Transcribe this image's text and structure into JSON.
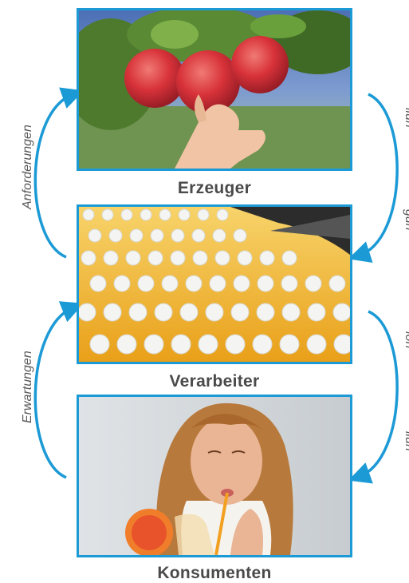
{
  "stages": {
    "producer": "Erzeuger",
    "processor": "Verarbeiter",
    "consumer": "Konsumenten"
  },
  "left_labels": {
    "top": "Anforderungen",
    "bottom": "Erwartungen"
  },
  "right_labels": {
    "top": "llun",
    "top_lower": "gun",
    "bottom": "ion",
    "bottom_lower": "llun"
  },
  "colors": {
    "accent": "#1b9ad6",
    "caption_text": "#4a4a4a"
  }
}
